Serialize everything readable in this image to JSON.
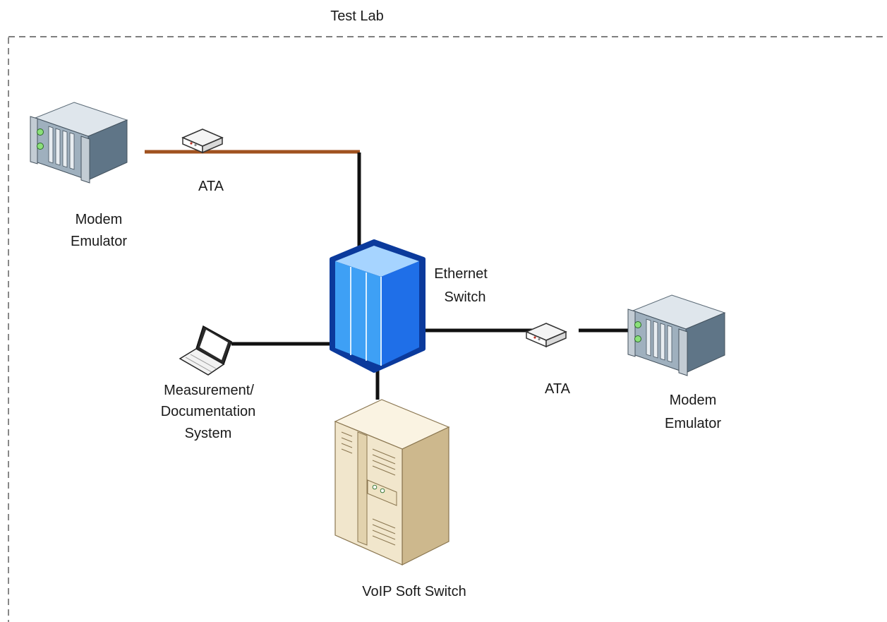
{
  "boundary": {
    "title": "Test Lab"
  },
  "nodes": {
    "modem_left": {
      "label_lines": [
        "Modem",
        "Emulator"
      ]
    },
    "ata_left": {
      "label_lines": [
        "ATA"
      ]
    },
    "switch": {
      "label_lines": [
        "Ethernet",
        "Switch"
      ]
    },
    "laptop": {
      "label_lines": [
        "Measurement/",
        "Documentation",
        "System"
      ]
    },
    "ata_right": {
      "label_lines": [
        "ATA"
      ]
    },
    "modem_right": {
      "label_lines": [
        "Modem",
        "Emulator"
      ]
    },
    "softswitch": {
      "label_lines": [
        "VoIP Soft Switch"
      ]
    }
  },
  "colors": {
    "phone_line": "#a0521f",
    "ethernet_line": "#111111",
    "switch_front": "#1f6fe8",
    "switch_top": "#9fd0ff",
    "switch_border": "#0b3a9c",
    "server_body": "#7f94a6",
    "server_front": "#c9d3dc",
    "tower_body": "#efe3c8",
    "tower_side": "#c9b48a"
  },
  "icons": {
    "modem_left": "rack-server-icon",
    "ata_left": "ata-adapter-icon",
    "switch": "ethernet-switch-icon",
    "laptop": "laptop-icon",
    "ata_right": "ata-adapter-icon",
    "modem_right": "rack-server-icon",
    "softswitch": "tower-server-icon"
  }
}
